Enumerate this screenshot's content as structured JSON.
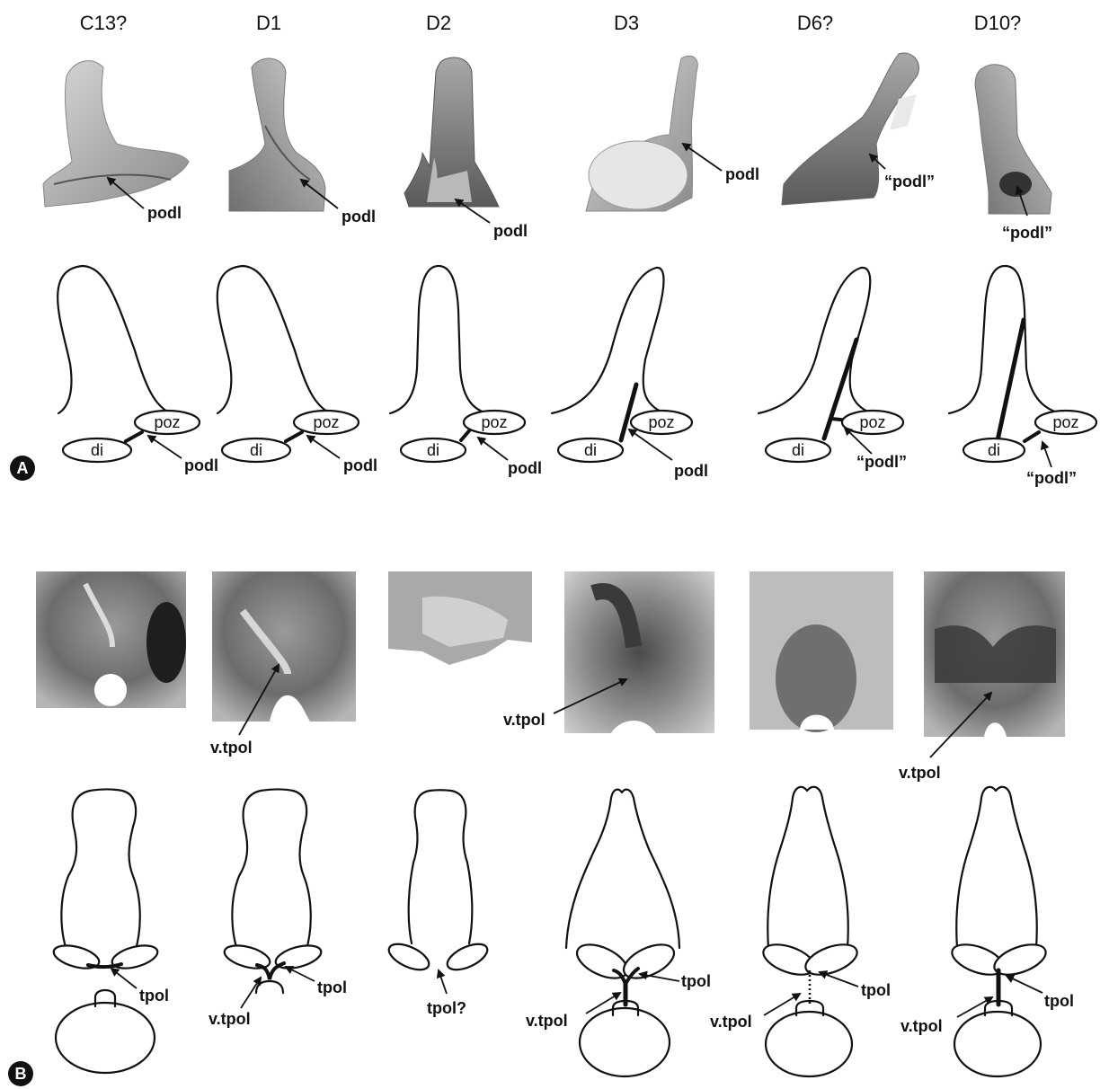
{
  "columns": [
    {
      "title": "C13?"
    },
    {
      "title": "D1"
    },
    {
      "title": "D2"
    },
    {
      "title": "D3"
    },
    {
      "title": "D6?"
    },
    {
      "title": "D10?"
    }
  ],
  "panels": {
    "a_letter": "A",
    "b_letter": "B"
  },
  "panel_a": {
    "photo_labels": [
      "podl",
      "podl",
      "podl",
      "podl",
      "“podl”",
      "“podl”"
    ],
    "drawing_labels": [
      "podl",
      "podl",
      "podl",
      "podl",
      "“podl”",
      "“podl”"
    ],
    "ellipse_di": "di",
    "ellipse_poz": "poz"
  },
  "panel_b": {
    "photo_labels": {
      "d1": "v.tpol",
      "d3": "v.tpol",
      "d10": "v.tpol"
    },
    "drawing_tpol": [
      "tpol",
      "tpol",
      "tpol?",
      "tpol",
      "tpol",
      "tpol"
    ],
    "drawing_vtpol": {
      "d1": "v.tpol",
      "d3": "v.tpol",
      "d6": "v.tpol",
      "d10": "v.tpol"
    }
  },
  "colors": {
    "ink": "#111111",
    "bone_light": "#cfcfcf",
    "bone_dark": "#6a6a6a"
  }
}
